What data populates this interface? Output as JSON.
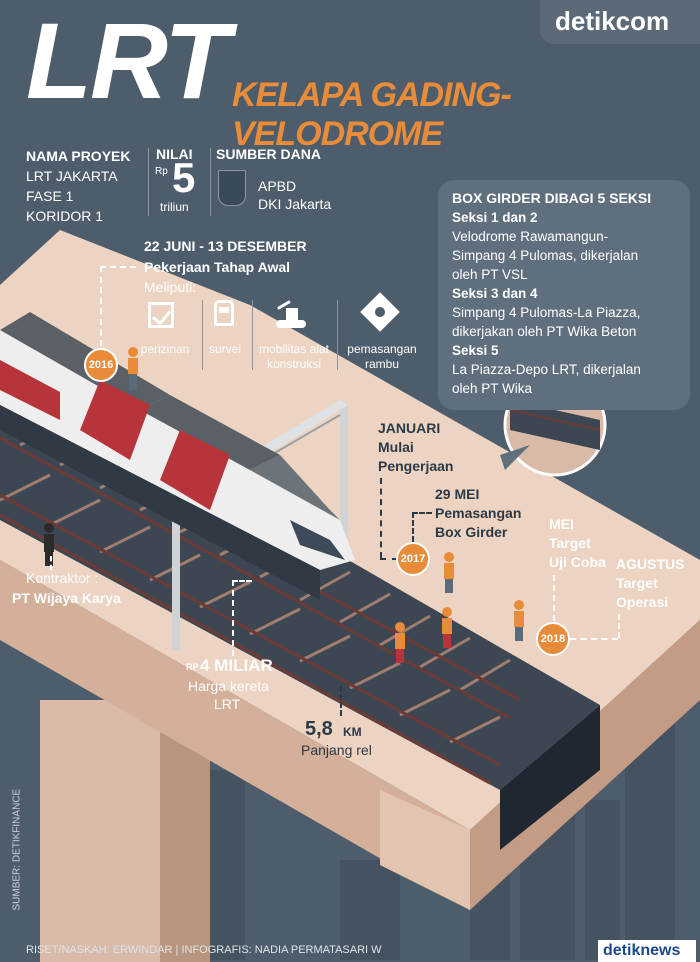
{
  "brand": {
    "top_logo": "detikcom",
    "bottom_logo": "detiknews"
  },
  "title": {
    "main": "LRT",
    "sub": "KELAPA GADING-VELODROME"
  },
  "project": {
    "heading": "NAMA PROYEK",
    "lines": [
      "LRT JAKARTA",
      "FASE 1",
      "KORIDOR 1"
    ]
  },
  "value": {
    "heading": "NILAI",
    "currency": "Rp",
    "amount": "5",
    "unit": "triliun"
  },
  "funding": {
    "heading": "SUMBER DANA",
    "lines": [
      "APBD",
      "DKI Jakarta"
    ]
  },
  "phase_2016": {
    "year": "2016",
    "dates": "22 JUNI - 13 DESEMBER",
    "title": "Pekerjaan Tahap Awal",
    "subtitle": "Meliputi:",
    "items": [
      {
        "icon": "checkbox-icon",
        "label": "perizinan"
      },
      {
        "icon": "train-front-icon",
        "label": "survei"
      },
      {
        "icon": "excavator-icon",
        "label": "mobilitas alat konstruksi"
      },
      {
        "icon": "roadwork-sign-icon",
        "label": "pemasangan rambu"
      }
    ]
  },
  "box_girder": {
    "heading": "BOX GIRDER DIBAGI 5 SEKSI",
    "sections": [
      {
        "title": "Seksi 1 dan 2",
        "text": [
          "Velodrome Rawamangun-",
          "Simpang 4 Pulomas, dikerjalan",
          "oleh PT VSL"
        ]
      },
      {
        "title": "Seksi 3 dan  4",
        "text": [
          "Simpang 4 Pulomas-La Piazza,",
          "dikerjakan oleh PT Wika Beton"
        ]
      },
      {
        "title": "Seksi 5",
        "text": [
          "La Piazza-Depo LRT, dikerjalan",
          "oleh PT Wika"
        ]
      }
    ]
  },
  "timeline_2017": {
    "year": "2017",
    "jan": {
      "month": "JANUARI",
      "text": [
        "Mulai",
        "Pengerjaan"
      ]
    },
    "may": {
      "month": "29 MEI",
      "text": [
        "Pemasangan",
        "Box Girder"
      ]
    }
  },
  "timeline_2018": {
    "year": "2018",
    "may": {
      "month": "MEI",
      "text": [
        "Target",
        "Uji Coba"
      ]
    },
    "aug": {
      "month": "AGUSTUS",
      "text": [
        "Target",
        "Operasi"
      ]
    }
  },
  "contractor": {
    "label": "Kontraktor :",
    "name": "PT Wijaya Karya"
  },
  "train_price": {
    "prefix": "RP",
    "amount": "4 MILIAR",
    "caption": [
      "Harga kereta",
      "LRT"
    ]
  },
  "rail_length": {
    "amount": "5,8",
    "unit": "KM",
    "caption": "Panjang rel"
  },
  "source": "SUMBER: DETIKFINANCE",
  "credits": "RISET/NASKAH: ERWINDAR | INFOGRAFIS: NADIA PERMATASARI W",
  "colors": {
    "background": "#4d5d6c",
    "deck": "#e8cdbd",
    "accent": "#e98c3a",
    "train_red": "#b8343b"
  }
}
